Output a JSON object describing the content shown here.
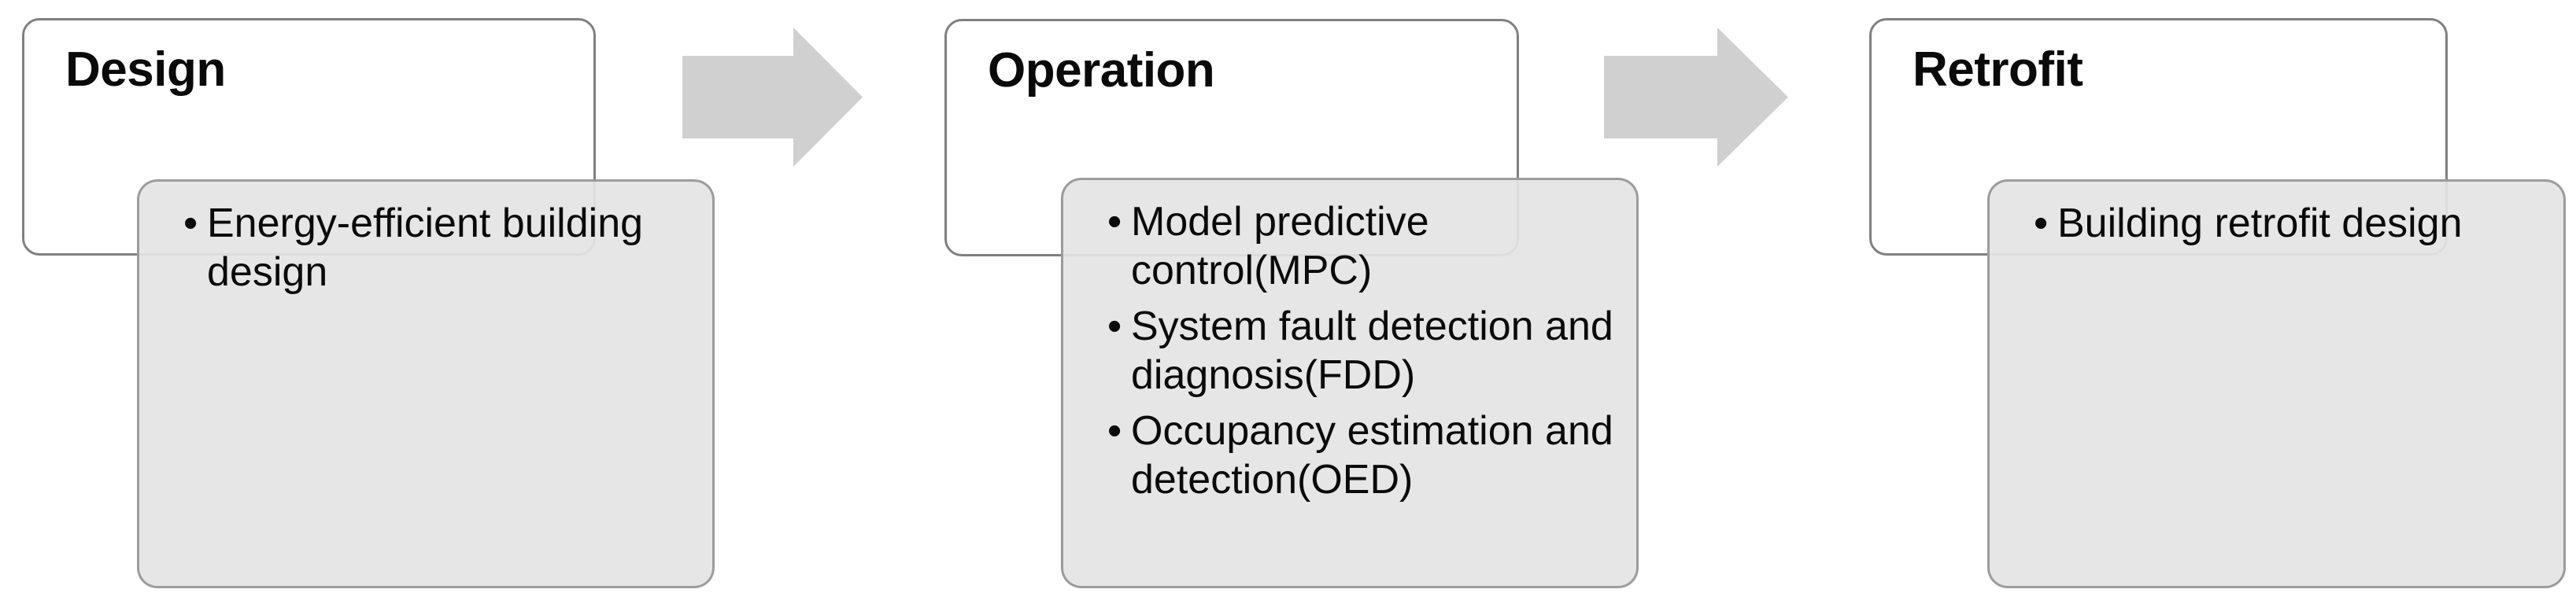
{
  "diagram": {
    "type": "process-flow",
    "title_visible": false,
    "orientation": "left-to-right",
    "stage_count": 3,
    "arrow_count": 2
  },
  "colors": {
    "card_border": "#808080",
    "header_card_fill": "#FFFFFF",
    "body_card_fill": "#E4E4E4",
    "body_card_border": "#969696",
    "arrow_fill": "#D0D0D0",
    "text": "#0A0A0A",
    "background": "#FFFFFF"
  },
  "stages": [
    {
      "id": "design",
      "title": "Design",
      "bullet_char": "•",
      "bullets": [
        "Energy-efficient building design"
      ]
    },
    {
      "id": "operation",
      "title": "Operation",
      "bullet_char": "•",
      "bullets": [
        "Model predictive control(MPC)",
        "System fault detection and diagnosis(FDD)",
        "Occupancy estimation and detection(OED)"
      ]
    },
    {
      "id": "retrofit",
      "title": "Retrofit",
      "bullet_char": "•",
      "bullets": [
        "Building retrofit design"
      ]
    }
  ],
  "arrows": [
    {
      "id": "arrow-design-to-operation",
      "direction": "right"
    },
    {
      "id": "arrow-operation-to-retrofit",
      "direction": "right"
    }
  ]
}
